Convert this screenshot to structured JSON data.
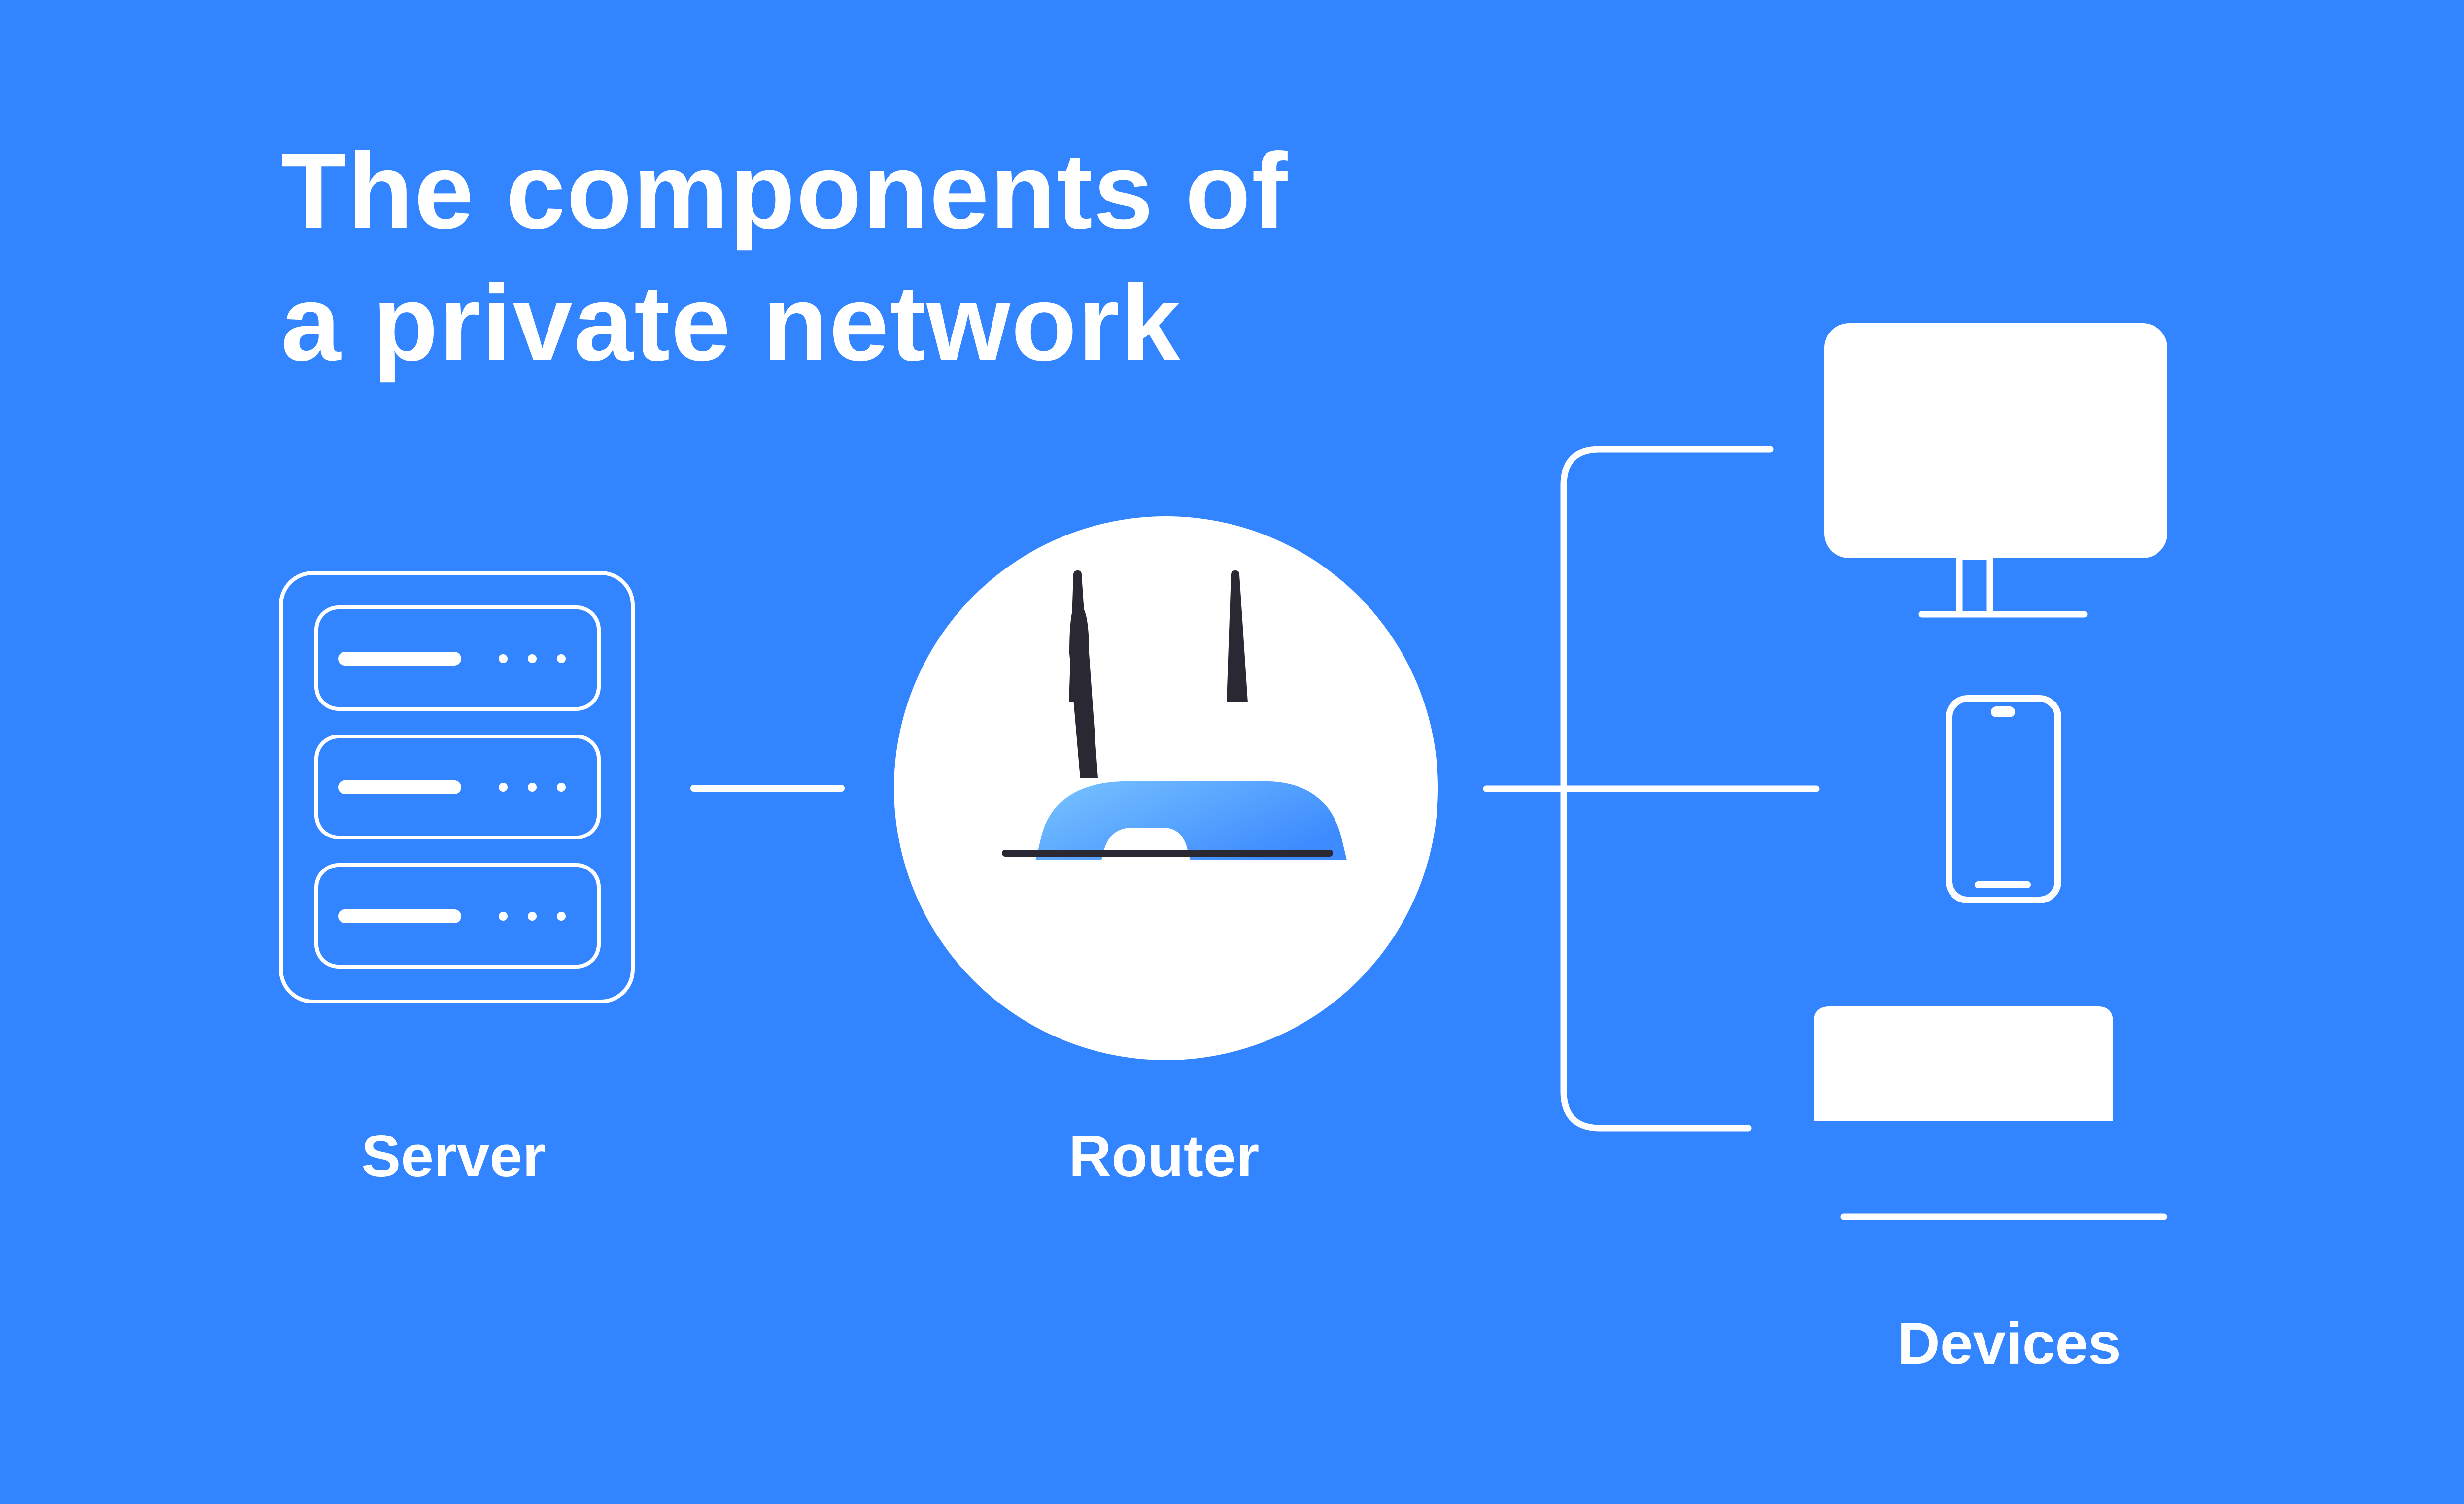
{
  "title": {
    "line1": "The components of",
    "line2": "a private network"
  },
  "nodes": {
    "server": {
      "label": "Server",
      "icon": "server-rack-icon"
    },
    "router": {
      "label": "Router",
      "icon": "wifi-router-icon"
    },
    "devices": {
      "label": "Devices",
      "items": [
        {
          "name": "Desktop monitor",
          "icon": "monitor-icon"
        },
        {
          "name": "Smartphone",
          "icon": "smartphone-icon"
        },
        {
          "name": "Laptop",
          "icon": "laptop-icon"
        }
      ]
    }
  },
  "connections": [
    {
      "from": "Server",
      "to": "Router"
    },
    {
      "from": "Router",
      "to": "Desktop monitor"
    },
    {
      "from": "Router",
      "to": "Smartphone"
    },
    {
      "from": "Router",
      "to": "Laptop"
    }
  ],
  "colors": {
    "background": "#3384FF",
    "foreground": "#FFFFFF",
    "router_body_light": "#7AC4FF",
    "router_body_dark": "#3D8BFF",
    "router_antenna": "#2A2833"
  }
}
